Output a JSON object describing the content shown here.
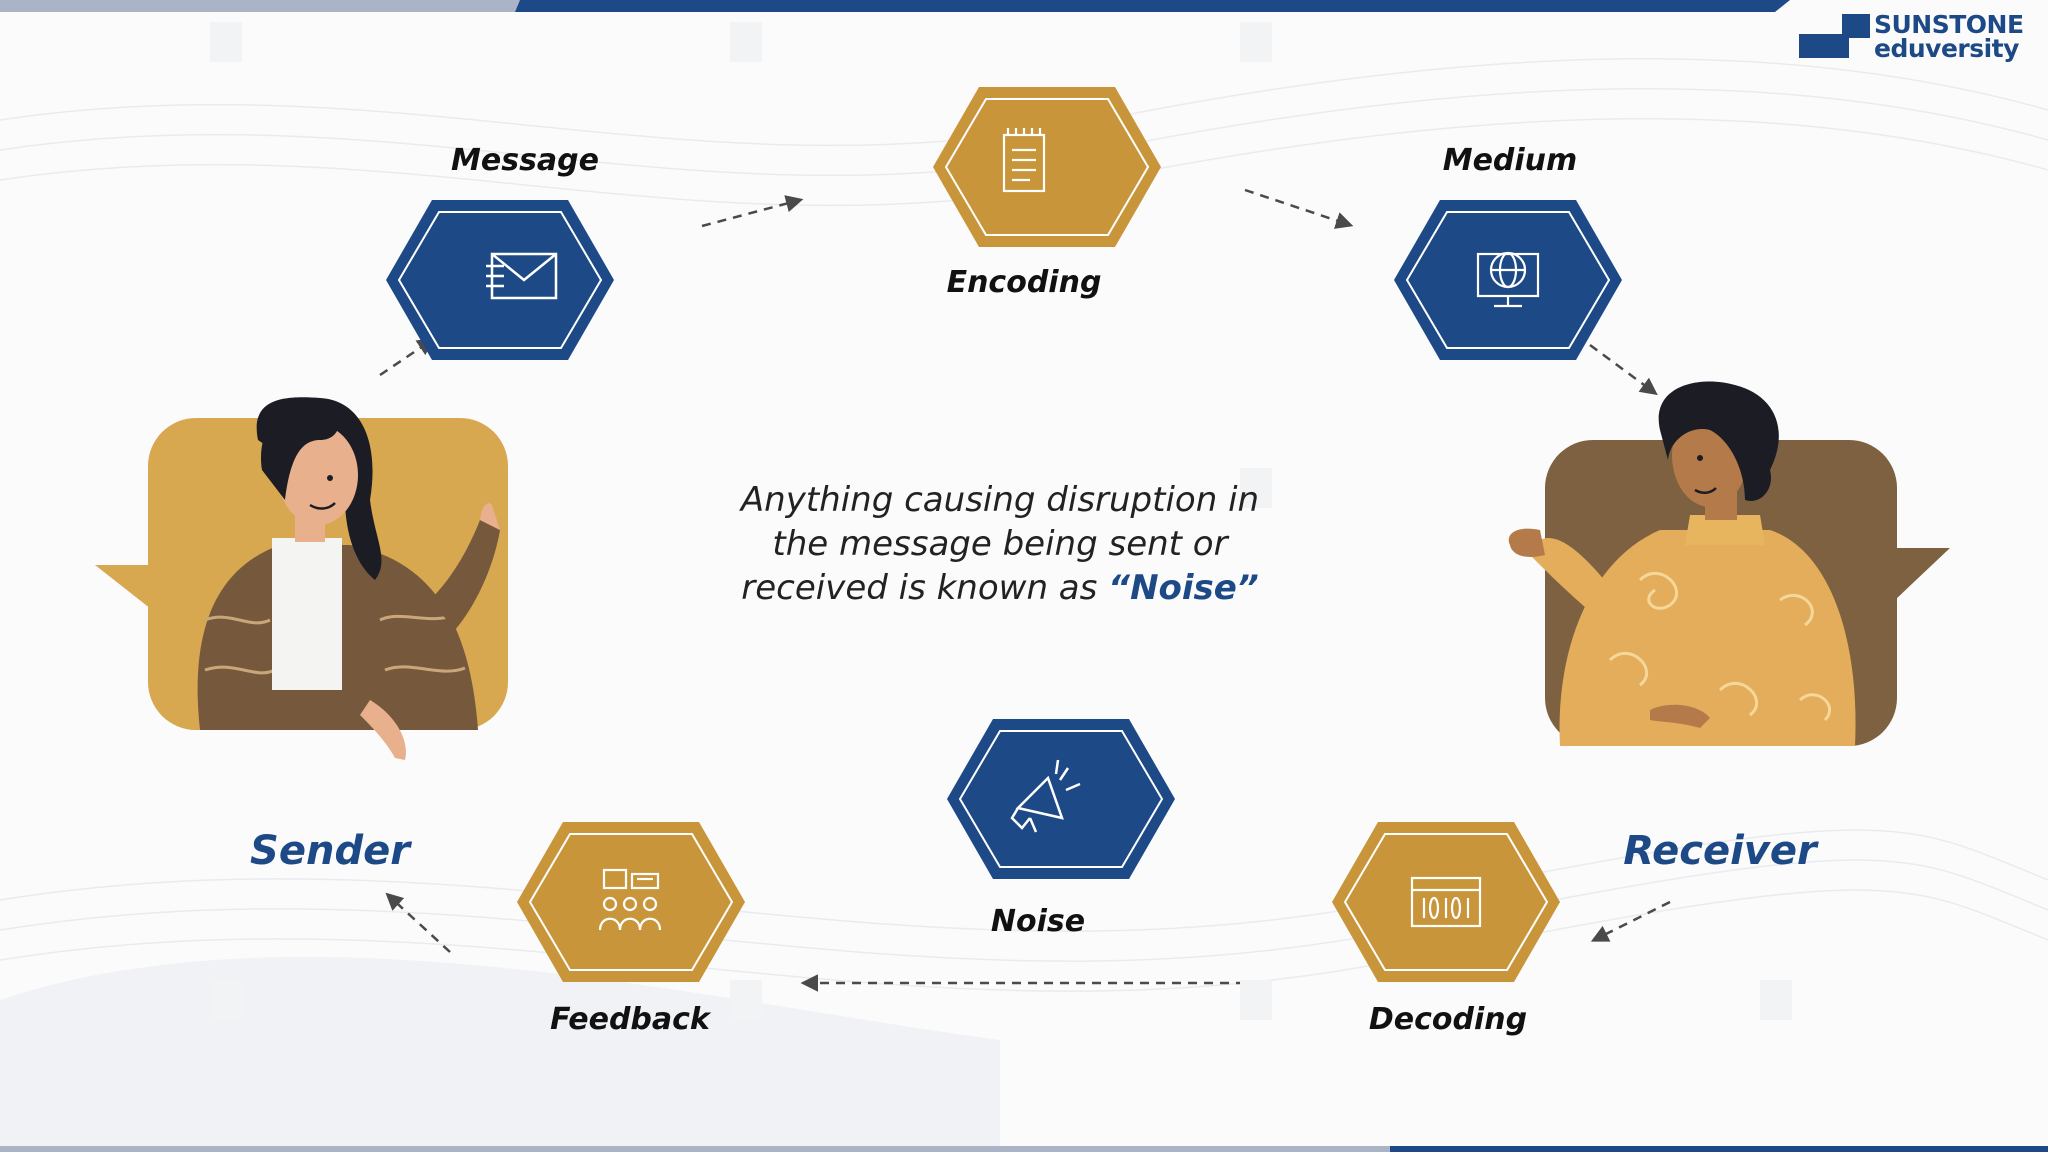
{
  "nodes": {
    "message": "Message",
    "encoding": "Encoding",
    "medium": "Medium",
    "noise": "Noise",
    "decoding": "Decoding",
    "feedback": "Feedback"
  },
  "roles": {
    "sender": "Sender",
    "receiver": "Receiver"
  },
  "center": {
    "line1": "Anything causing disruption in",
    "line2": "the message being sent or",
    "line3_prefix": "received is known as ",
    "line3_highlight": "“Noise”"
  },
  "logo": {
    "line1": "SUNSTONE",
    "line2": "eduversity"
  },
  "colors": {
    "navy": "#1d4a86",
    "gold": "#c8953a",
    "sender_bg": "#d7a850",
    "receiver_bg": "#7e6140"
  },
  "icons": {
    "message": "envelope-icon",
    "encoding": "document-icon",
    "medium": "globe-monitor-icon",
    "noise": "megaphone-icon",
    "decoding": "binary-window-icon",
    "feedback": "group-chat-icon"
  }
}
